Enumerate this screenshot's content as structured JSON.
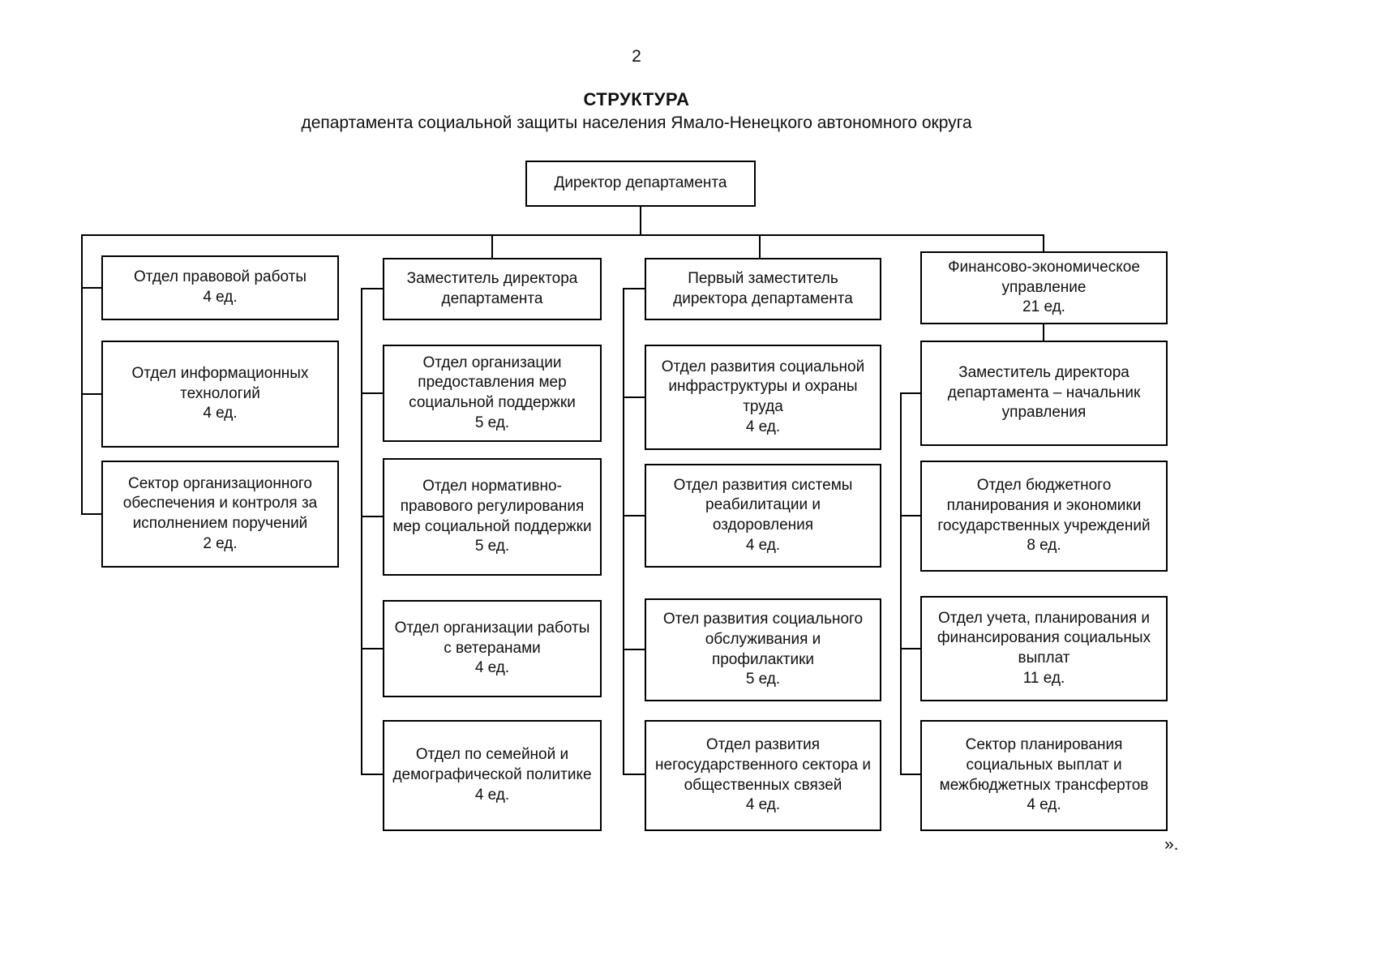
{
  "page": {
    "number": "2",
    "trailing_mark": "»."
  },
  "heading": {
    "title": "СТРУКТУРА",
    "subtitle": "департамента социальной защиты населения Ямало-Ненецкого автономного округа"
  },
  "org": {
    "director": {
      "label": "Директор департамента"
    },
    "legal_block": {
      "boxes": [
        {
          "label": "Отдел правовой работы",
          "count": "4 ед."
        },
        {
          "label": "Отдел информационных технологий",
          "count": "4 ед."
        },
        {
          "label": "Сектор организационного обеспечения и контроля за исполнением поручений",
          "count": "2 ед."
        }
      ]
    },
    "deputy_block": {
      "header": {
        "label": "Заместитель директора департамента"
      },
      "boxes": [
        {
          "label": "Отдел организации предоставления мер социальной поддержки",
          "count": "5 ед."
        },
        {
          "label": "Отдел нормативно-правового регулирования мер социальной поддержки",
          "count": "5 ед."
        },
        {
          "label": "Отдел организации работы с ветеранами",
          "count": "4 ед."
        },
        {
          "label": "Отдел по семейной и демографической политике",
          "count": "4 ед."
        }
      ]
    },
    "first_deputy_block": {
      "header": {
        "label": "Первый заместитель директора департамента"
      },
      "boxes": [
        {
          "label": "Отдел развития социальной инфраструктуры и охраны труда",
          "count": "4 ед."
        },
        {
          "label": "Отдел развития системы реабилитации и оздоровления",
          "count": "4 ед."
        },
        {
          "label": "Отел развития социального обслуживания и профилактики",
          "count": "5 ед."
        },
        {
          "label": "Отдел развития негосударственного сектора и общественных связей",
          "count": "4 ед."
        }
      ]
    },
    "finance_block": {
      "header": {
        "label": "Финансово-экономическое управление",
        "count": "21 ед."
      },
      "boxes": [
        {
          "label": "Заместитель директора департамента – начальник управления"
        },
        {
          "label": "Отдел бюджетного планирования и экономики государственных учреждений",
          "count": "8 ед."
        },
        {
          "label": "Отдел учета, планирования и финансирования социальных выплат",
          "count": "11 ед."
        },
        {
          "label": "Сектор планирования социальных выплат и межбюджетных трансфертов",
          "count": "4 ед."
        }
      ]
    }
  }
}
